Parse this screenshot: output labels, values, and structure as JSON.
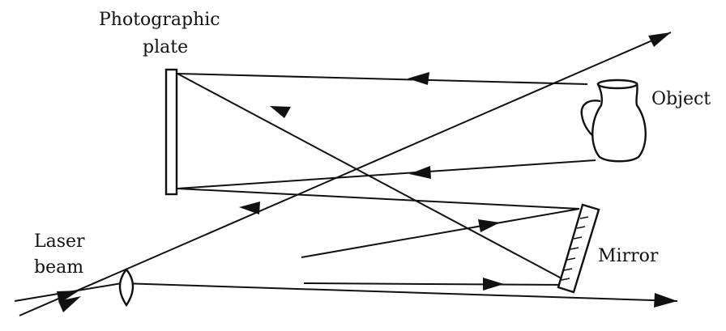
{
  "labels": {
    "plate_line1": "Photographic",
    "plate_line2": "plate",
    "object": "Object",
    "laser_line1": "Laser",
    "laser_line2": "beam",
    "mirror": "Mirror"
  },
  "colors": {
    "ink": "#111111",
    "background": "#ffffff"
  }
}
